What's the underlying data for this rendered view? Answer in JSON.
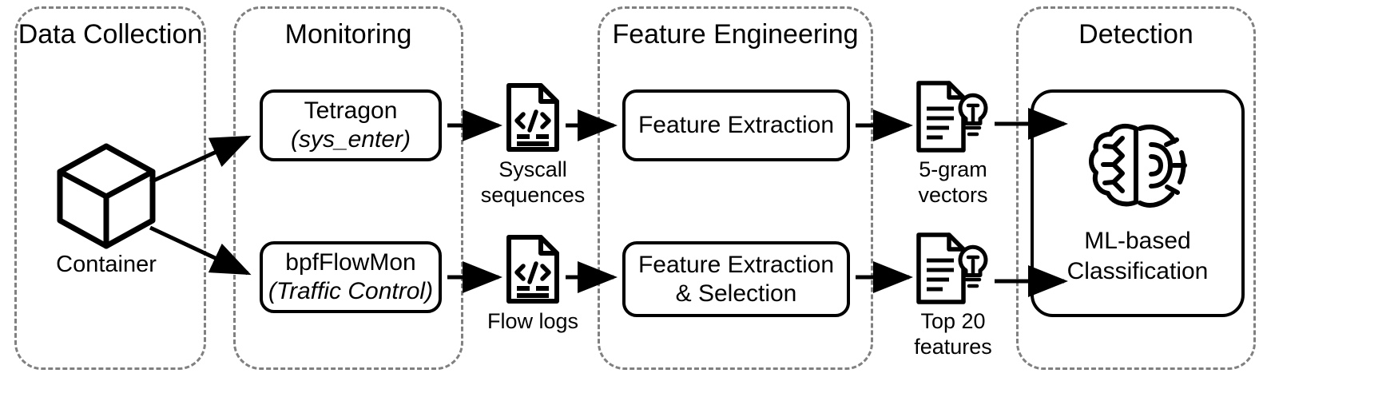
{
  "diagram": {
    "title": "Container security monitoring and ML detection pipeline",
    "stroke_color": "#000000",
    "group_border_color": "#808080",
    "background": "#ffffff"
  },
  "groups": [
    {
      "id": "data-collection",
      "label": "Data Collection"
    },
    {
      "id": "monitoring",
      "label": "Monitoring"
    },
    {
      "id": "feature-engineering",
      "label": "Feature Engineering"
    },
    {
      "id": "detection",
      "label": "Detection"
    }
  ],
  "nodes": {
    "container": {
      "icon": "cube-icon",
      "label": "Container"
    },
    "tetragon": {
      "line1": "Tetragon",
      "line2": "(sys_enter)"
    },
    "bpfflowmon": {
      "line1": "bpfFlowMon",
      "line2": "(Traffic Control)"
    },
    "syscall_doc": {
      "icon": "code-document-icon",
      "caption_line1": "Syscall",
      "caption_line2": "sequences"
    },
    "flow_doc": {
      "icon": "code-document-icon",
      "caption_line1": "Flow logs",
      "caption_line2": ""
    },
    "feature_extraction_top": {
      "line1": "Feature Extraction",
      "line2": ""
    },
    "feature_extraction_bottom": {
      "line1": "Feature Extraction",
      "line2": "& Selection"
    },
    "ngram_doc": {
      "icon": "document-idea-icon",
      "caption_line1": "5-gram",
      "caption_line2": "vectors"
    },
    "topfeat_doc": {
      "icon": "document-idea-icon",
      "caption_line1": "Top 20",
      "caption_line2": "features"
    },
    "ml_classifier": {
      "icon": "brain-gear-icon",
      "line1": "ML-based",
      "line2": "Classification"
    }
  }
}
